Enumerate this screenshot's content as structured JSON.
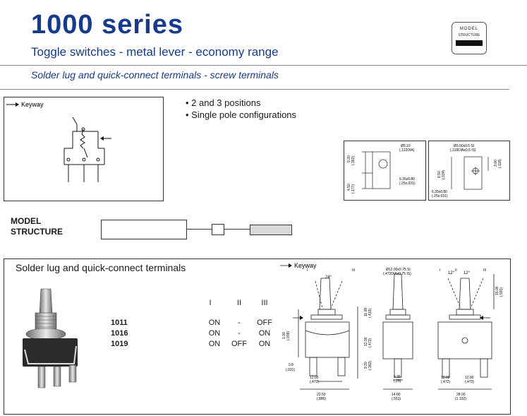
{
  "header": {
    "title": "1000 series",
    "subtitle": "Toggle switches - metal lever - economy range",
    "tagline": "Solder lug and quick-connect terminals - screw terminals"
  },
  "badge": {
    "line1": "MODEL",
    "line2": "STRUCTURE"
  },
  "keyway_box": {
    "label": "Keyway"
  },
  "features": [
    "• 2 and 3 positions",
    "• Single pole configurations"
  ],
  "terminal_diagrams": {
    "left": {
      "hole_dim": "Ø3.10",
      "hole_dim_in": "(.122DIA)",
      "height_top": "9.20",
      "height_top_in": "(.362)",
      "height_bottom": "4.50",
      "height_bottom_in": "(.177)",
      "tab": "6.35x0.80",
      "tab_in": "(.25x.031)"
    },
    "right": {
      "thread": "Ø3.00x0.5 SI",
      "thread_in": "(.118DIAx0.5 IS)",
      "dim_a": "8.50",
      "dim_a_in": "(.334)",
      "dim_b": "3.00",
      "dim_b_in": "(.118)",
      "tab": "6.35x0.80",
      "tab_in": "(.25x.031)"
    }
  },
  "model_structure": {
    "label_line1": "MODEL",
    "label_line2": "STRUCTURE"
  },
  "section": {
    "title": "Solder lug and quick-connect terminals",
    "positions": [
      "I",
      "II",
      "III"
    ],
    "rows": [
      {
        "part": "1011",
        "states": [
          "ON",
          "-",
          "OFF"
        ]
      },
      {
        "part": "1016",
        "states": [
          "ON",
          "-",
          "ON"
        ]
      },
      {
        "part": "1019",
        "states": [
          "ON",
          "OFF",
          "ON"
        ]
      }
    ],
    "keyway_label": "Keyway",
    "drawing_dims": {
      "angle_left": "24°",
      "side_thread": "Ø12.00x0.75 SI",
      "side_thread_in": "(.472DIAx0.75 IS)",
      "angle_right_a": "12°",
      "angle_right_b": "12°",
      "pos_i": "I",
      "pos_ii": "II",
      "pos_iii": "III",
      "h_11": "11.00",
      "h_11_in": "(.433)",
      "h_12": "12.00",
      "h_12_in": "(.472)",
      "h_920": "9.20",
      "h_920_in": "(.362)",
      "h_100": "1.00",
      "h_100_in": "(.039)",
      "h_08": "0.8",
      "h_08_in": "(.031)",
      "w_12": "12.00",
      "w_12_in": "(.472)",
      "w_2250": "22.50",
      "w_2250_in": "(.886)",
      "w_635": "6.35",
      "w_635_in": "(.25)",
      "w_14": "14.00",
      "w_14_in": "(.551)",
      "h_15": "15.00",
      "h_15_in": "(.591)",
      "w_12a": "12.00",
      "w_12a_in": "(.472)",
      "w_12b": "12.00",
      "w_12b_in": "(.472)",
      "w_28": "28.00",
      "w_28_in": "(1.102)"
    }
  },
  "colors": {
    "brand_blue": "#163a8c",
    "line_gray": "#8c8c8c"
  }
}
